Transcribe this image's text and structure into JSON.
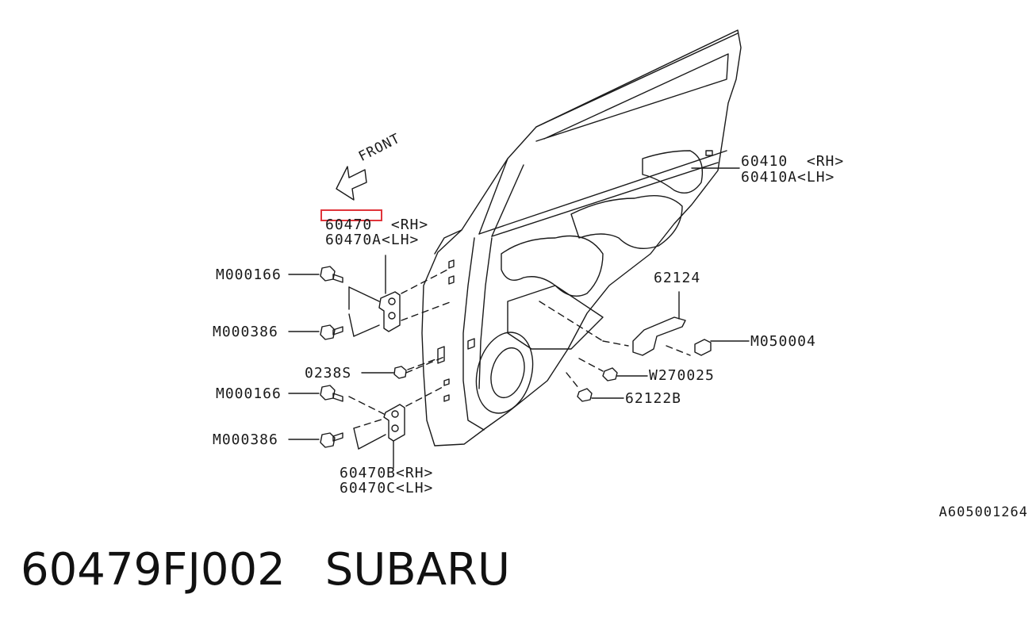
{
  "diagram": {
    "front_label": "FRONT",
    "labels": {
      "door_rh": "60410  <RH>",
      "door_lh": "60410A<LH>",
      "hinge_upper_rh": "60470  <RH>",
      "hinge_upper_lh": "60470A<LH>",
      "bolt_1": "M000166",
      "bolt_2": "M000386",
      "nut": "0238S",
      "bolt_3": "M000166",
      "bolt_4": "M000386",
      "hinge_lower_rh": "60470B<RH>",
      "hinge_lower_lh": "60470C<LH>",
      "checker": "62124",
      "checker_bolt": "M050004",
      "plug": "W270025",
      "clip": "62122B"
    },
    "highlight_color": "#e0343a",
    "reference": "A605001264"
  },
  "footer": {
    "part_number": "60479FJ002",
    "brand": "SUBARU"
  }
}
